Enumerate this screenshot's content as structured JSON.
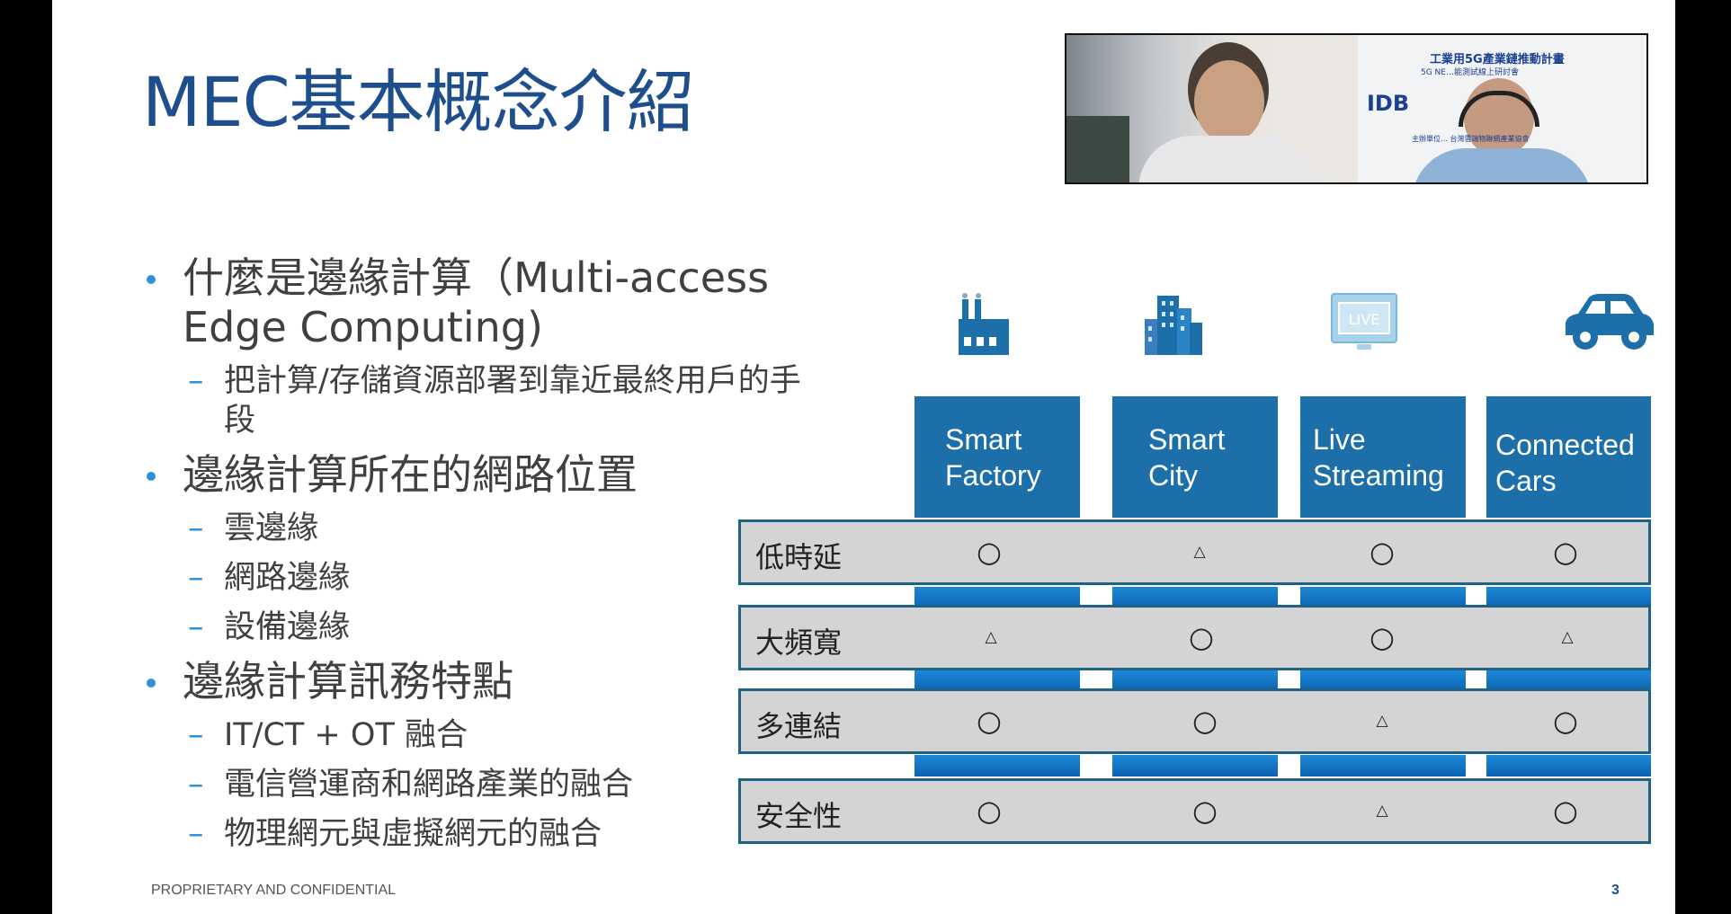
{
  "slide": {
    "title": "MEC基本概念介紹",
    "footer": "PROPRIETARY AND CONFIDENTIAL",
    "page_number": "3"
  },
  "bullets": [
    {
      "text": "什麼是邊緣計算（Multi-access Edge Computing)",
      "subs": [
        "把計算/存儲資源部署到靠近最終用戶的手段"
      ]
    },
    {
      "text": "邊緣計算所在的網路位置",
      "subs": [
        "雲邊緣",
        "網路邊緣",
        "設備邊緣"
      ]
    },
    {
      "text": "邊緣計算訊務特點",
      "subs": [
        "IT/CT + OT 融合",
        "電信營運商和網路產業的融合",
        "物理網元與虛擬網元的融合"
      ]
    }
  ],
  "video": {
    "banner_line1": "工業用5G產業鏈推動計畫",
    "banner_line2": "5G NE…能測試線上研討會",
    "logo": "IDB",
    "bottom_text": "主辦單位… 台灣雲端物聯網產業協會"
  },
  "table": {
    "columns": [
      {
        "label1": "Smart",
        "label2": "Factory",
        "icon": "factory-icon"
      },
      {
        "label1": "Smart",
        "label2": "City",
        "icon": "city-buildings-icon"
      },
      {
        "label1": "Live",
        "label2": "Streaming",
        "icon": "live-tv-icon"
      },
      {
        "label1": "Connected",
        "label2": "Cars",
        "icon": "car-icon"
      }
    ],
    "rows": [
      {
        "label": "低時延",
        "marks": [
          "○",
          "△",
          "○",
          "○"
        ]
      },
      {
        "label": "大頻寬",
        "marks": [
          "△",
          "○",
          "○",
          "△"
        ]
      },
      {
        "label": "多連結",
        "marks": [
          "○",
          "○",
          "△",
          "○"
        ]
      },
      {
        "label": "安全性",
        "marks": [
          "○",
          "○",
          "△",
          "○"
        ]
      }
    ],
    "colors": {
      "header": "#1c6fa9",
      "row_bg": "#d4d4d4",
      "row_border": "#1d6284",
      "stripe": "#1e88d8"
    }
  }
}
